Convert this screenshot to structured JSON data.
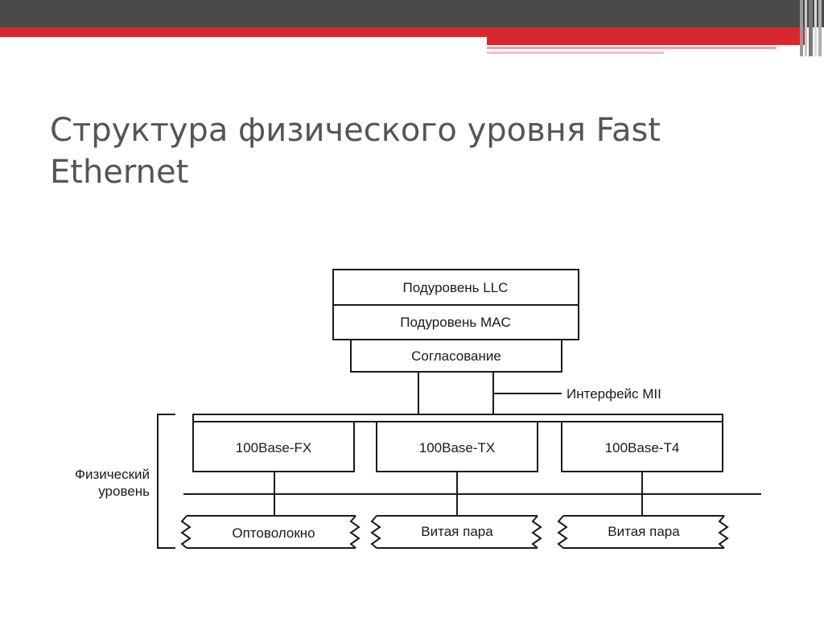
{
  "slide": {
    "title": "Структура физического уровня Fast Ethernet"
  },
  "diagram": {
    "sublayers": {
      "llc": "Подуровень LLC",
      "mac": "Подуровень MAC",
      "reconciliation": "Согласование"
    },
    "interface_label": "Интерфейс MII",
    "physical_layer_label_line1": "Физический",
    "physical_layer_label_line2": "уровень",
    "phy_variants": [
      "100Base-FX",
      "100Base-TX",
      "100Base-T4"
    ],
    "media": [
      "Оптоволокно",
      "Витая пара",
      "Витая пара"
    ]
  },
  "colors": {
    "header_dark": "#4a4a4a",
    "header_red": "#d7282f",
    "title_text": "#555555"
  }
}
